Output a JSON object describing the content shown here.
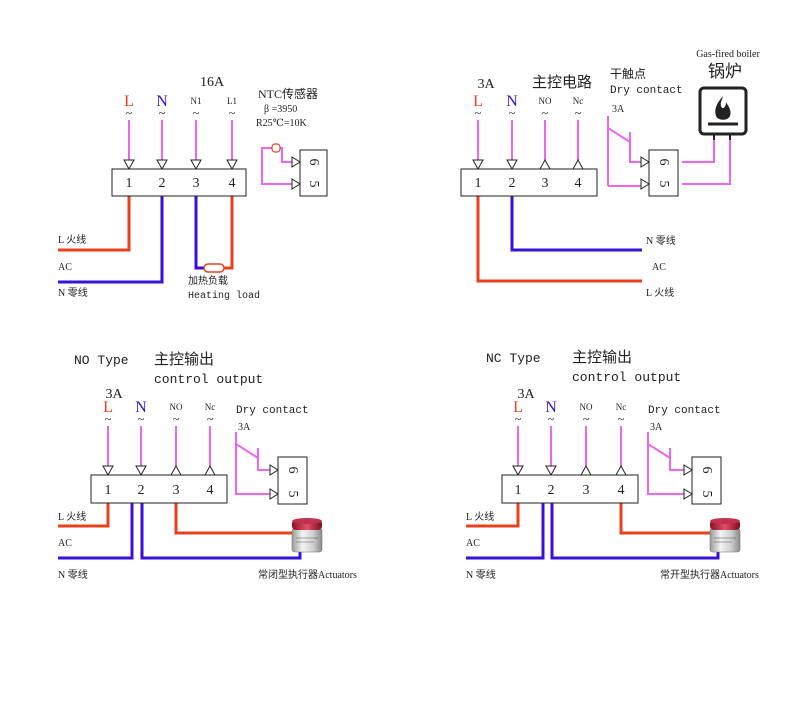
{
  "colors": {
    "live": "#e8401c",
    "neutral": "#3a10d8",
    "signal": "#ee66ee",
    "line": "#222222"
  },
  "terminals": [
    "1",
    "2",
    "3",
    "4"
  ],
  "dry_terminals": [
    "6",
    "5"
  ],
  "wave": "~",
  "d1": {
    "current": "16A",
    "L": "L",
    "N": "N",
    "N1": "N1",
    "L1": "L1",
    "ntc_title": "NTC传感器",
    "ntc_beta": "β =3950",
    "ntc_r": "R25℃=10K",
    "live_label": "L 火线",
    "ac_label": "AC",
    "neutral_label": "N 零线",
    "load_cn": "加热负载",
    "load_en": "Heating load"
  },
  "d2": {
    "current": "3A",
    "L": "L",
    "N": "N",
    "NO": "NO",
    "NC": "Nc",
    "main_circuit": "主控电路",
    "dry_cn": "干触点",
    "dry_en": "Dry contact",
    "dry_current": "3A",
    "boiler_en": "Gas-fired boiler",
    "boiler_cn": "锅炉",
    "neutral_label": "N 零线",
    "ac_label": "AC",
    "live_label": "L 火线"
  },
  "d3": {
    "type": "NO Type",
    "main_cn": "主控输出",
    "main_en": "control output",
    "current": "3A",
    "L": "L",
    "N": "N",
    "NO": "NO",
    "NC": "Nc",
    "dry_en": "Dry contact",
    "dry_current": "3A",
    "live_label": "L 火线",
    "ac_label": "AC",
    "neutral_label": "N 零线",
    "actuator": "常闭型执行器Actuators"
  },
  "d4": {
    "type": "NC Type",
    "main_cn": "主控输出",
    "main_en": "control output",
    "current": "3A",
    "L": "L",
    "N": "N",
    "NO": "NO",
    "NC": "Nc",
    "dry_en": "Dry contact",
    "dry_current": "3A",
    "live_label": "L 火线",
    "ac_label": "AC",
    "neutral_label": "N 零线",
    "actuator": "常开型执行器Actuators"
  }
}
